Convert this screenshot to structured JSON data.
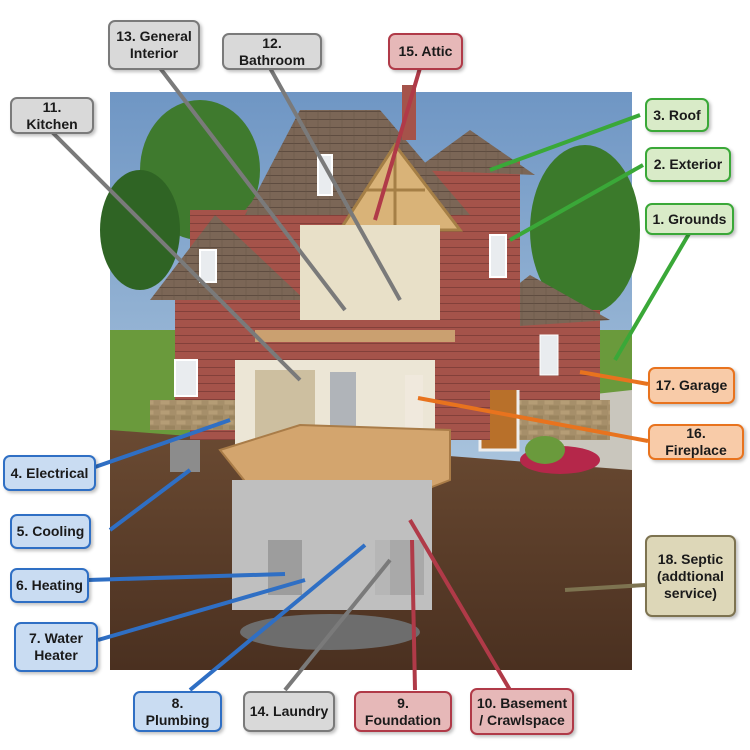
{
  "palette": {
    "blue": {
      "fill": "#c9dcf2",
      "stroke": "#2f6fc4"
    },
    "gray": {
      "fill": "#d9d9d9",
      "stroke": "#7a7a7a"
    },
    "red": {
      "fill": "#e6b8b8",
      "stroke": "#b03a48"
    },
    "green": {
      "fill": "#d9ebc8",
      "stroke": "#3aa838"
    },
    "orange": {
      "fill": "#f8cba8",
      "stroke": "#e8731e"
    },
    "tan": {
      "fill": "#ddd7b8",
      "stroke": "#7d7350"
    }
  },
  "labels": [
    {
      "id": "grounds",
      "text": "1. Grounds",
      "color": "green"
    },
    {
      "id": "exterior",
      "text": "2. Exterior",
      "color": "green"
    },
    {
      "id": "roof",
      "text": "3. Roof",
      "color": "green"
    },
    {
      "id": "electrical",
      "text": "4. Electrical",
      "color": "blue"
    },
    {
      "id": "cooling",
      "text": "5. Cooling",
      "color": "blue"
    },
    {
      "id": "heating",
      "text": "6. Heating",
      "color": "blue"
    },
    {
      "id": "water",
      "text": "7. Water\nHeater",
      "color": "blue"
    },
    {
      "id": "plumbing",
      "text": "8. Plumbing",
      "color": "blue"
    },
    {
      "id": "foundation",
      "text": "9. Foundation",
      "color": "red"
    },
    {
      "id": "basement",
      "text": "10. Basement\n/ Crawlspace",
      "color": "red"
    },
    {
      "id": "kitchen",
      "text": "11. Kitchen",
      "color": "gray"
    },
    {
      "id": "bathroom",
      "text": "12. Bathroom",
      "color": "gray"
    },
    {
      "id": "interior",
      "text": "13. General\nInterior",
      "color": "gray"
    },
    {
      "id": "laundry",
      "text": "14. Laundry",
      "color": "gray"
    },
    {
      "id": "attic",
      "text": "15. Attic",
      "color": "red"
    },
    {
      "id": "fireplace",
      "text": "16. Fireplace",
      "color": "orange"
    },
    {
      "id": "garage",
      "text": "17. Garage",
      "color": "orange"
    },
    {
      "id": "septic",
      "text": "18. Septic\n(addtional\nservice)",
      "color": "tan"
    }
  ]
}
